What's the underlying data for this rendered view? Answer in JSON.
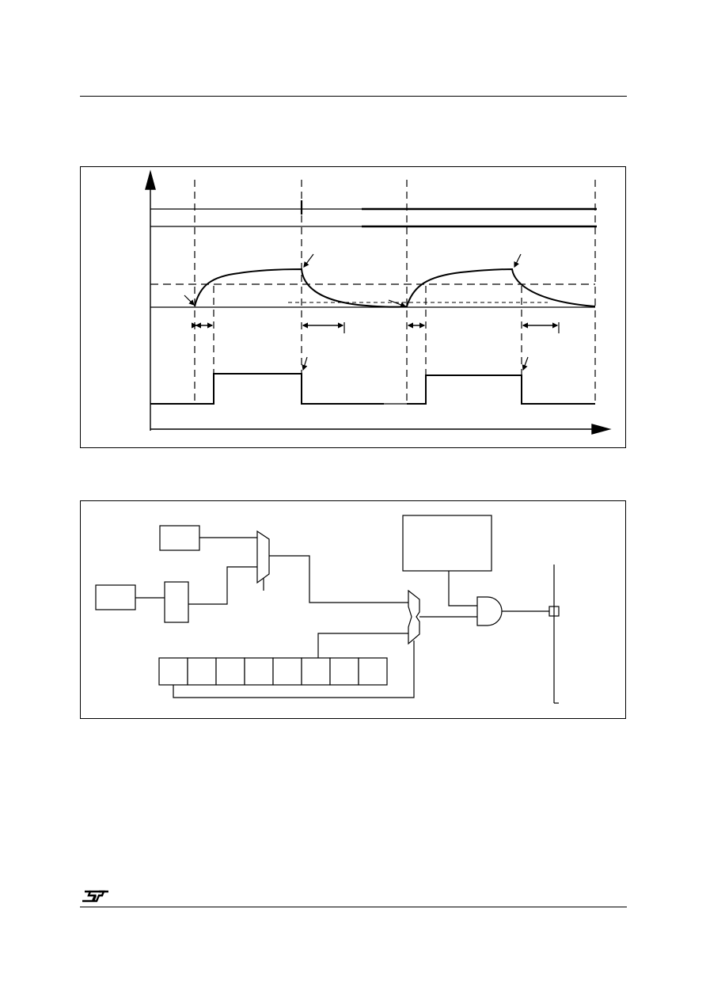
{
  "page": {
    "background": "#ffffff",
    "line_color": "#000000"
  },
  "header": {
    "rule": "top-rule"
  },
  "footer": {
    "logo": "ST",
    "logo_icon": "st-logo-icon"
  },
  "timing_diagram": {
    "waveforms": [
      "signal-level-trace",
      "capacitor-charge-curve",
      "output-pulse-trace"
    ],
    "markers": [
      "dashed-time-marker",
      "threshold-level",
      "delay-arrow",
      "event-arrow"
    ]
  },
  "block_diagram": {
    "blocks": [
      "source-block-a",
      "source-block-b",
      "prescaler-block",
      "control-block"
    ],
    "logic": [
      "input-mux",
      "output-mux",
      "and-gate"
    ],
    "register_bits": 8,
    "bus": "output-bus"
  }
}
